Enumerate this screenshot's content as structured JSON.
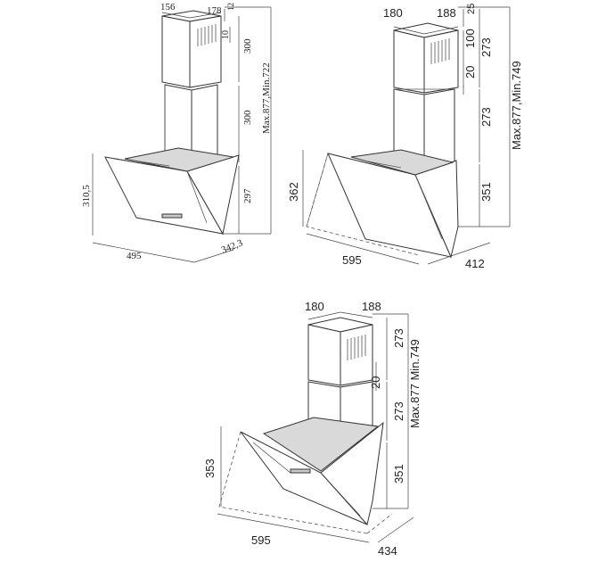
{
  "drawing_1": {
    "dims": {
      "duct_front": "156",
      "duct_side": "178",
      "top_offset": "12",
      "slot": "10",
      "upper_duct": "300",
      "lower_duct": "300",
      "canopy_back": "297",
      "total_height": "Max.877,Min.722",
      "canopy_front": "310,5",
      "width": "495",
      "depth": "342,3"
    }
  },
  "drawing_2": {
    "dims": {
      "duct_front": "180",
      "duct_side": "188",
      "top_offset": "25",
      "slot": "100",
      "upper_duct": "273",
      "gap": "20",
      "lower_duct": "273",
      "canopy_back": "351",
      "total_height": "Max.877,Min.749",
      "canopy_front": "362",
      "width": "595",
      "depth": "412"
    }
  },
  "drawing_3": {
    "dims": {
      "duct_front": "180",
      "duct_side": "188",
      "upper_duct": "273",
      "gap": "20",
      "lower_duct": "273",
      "canopy_back": "351",
      "total_height": "Max.877 Min.749",
      "canopy_front": "353",
      "width": "595",
      "depth": "434"
    }
  }
}
